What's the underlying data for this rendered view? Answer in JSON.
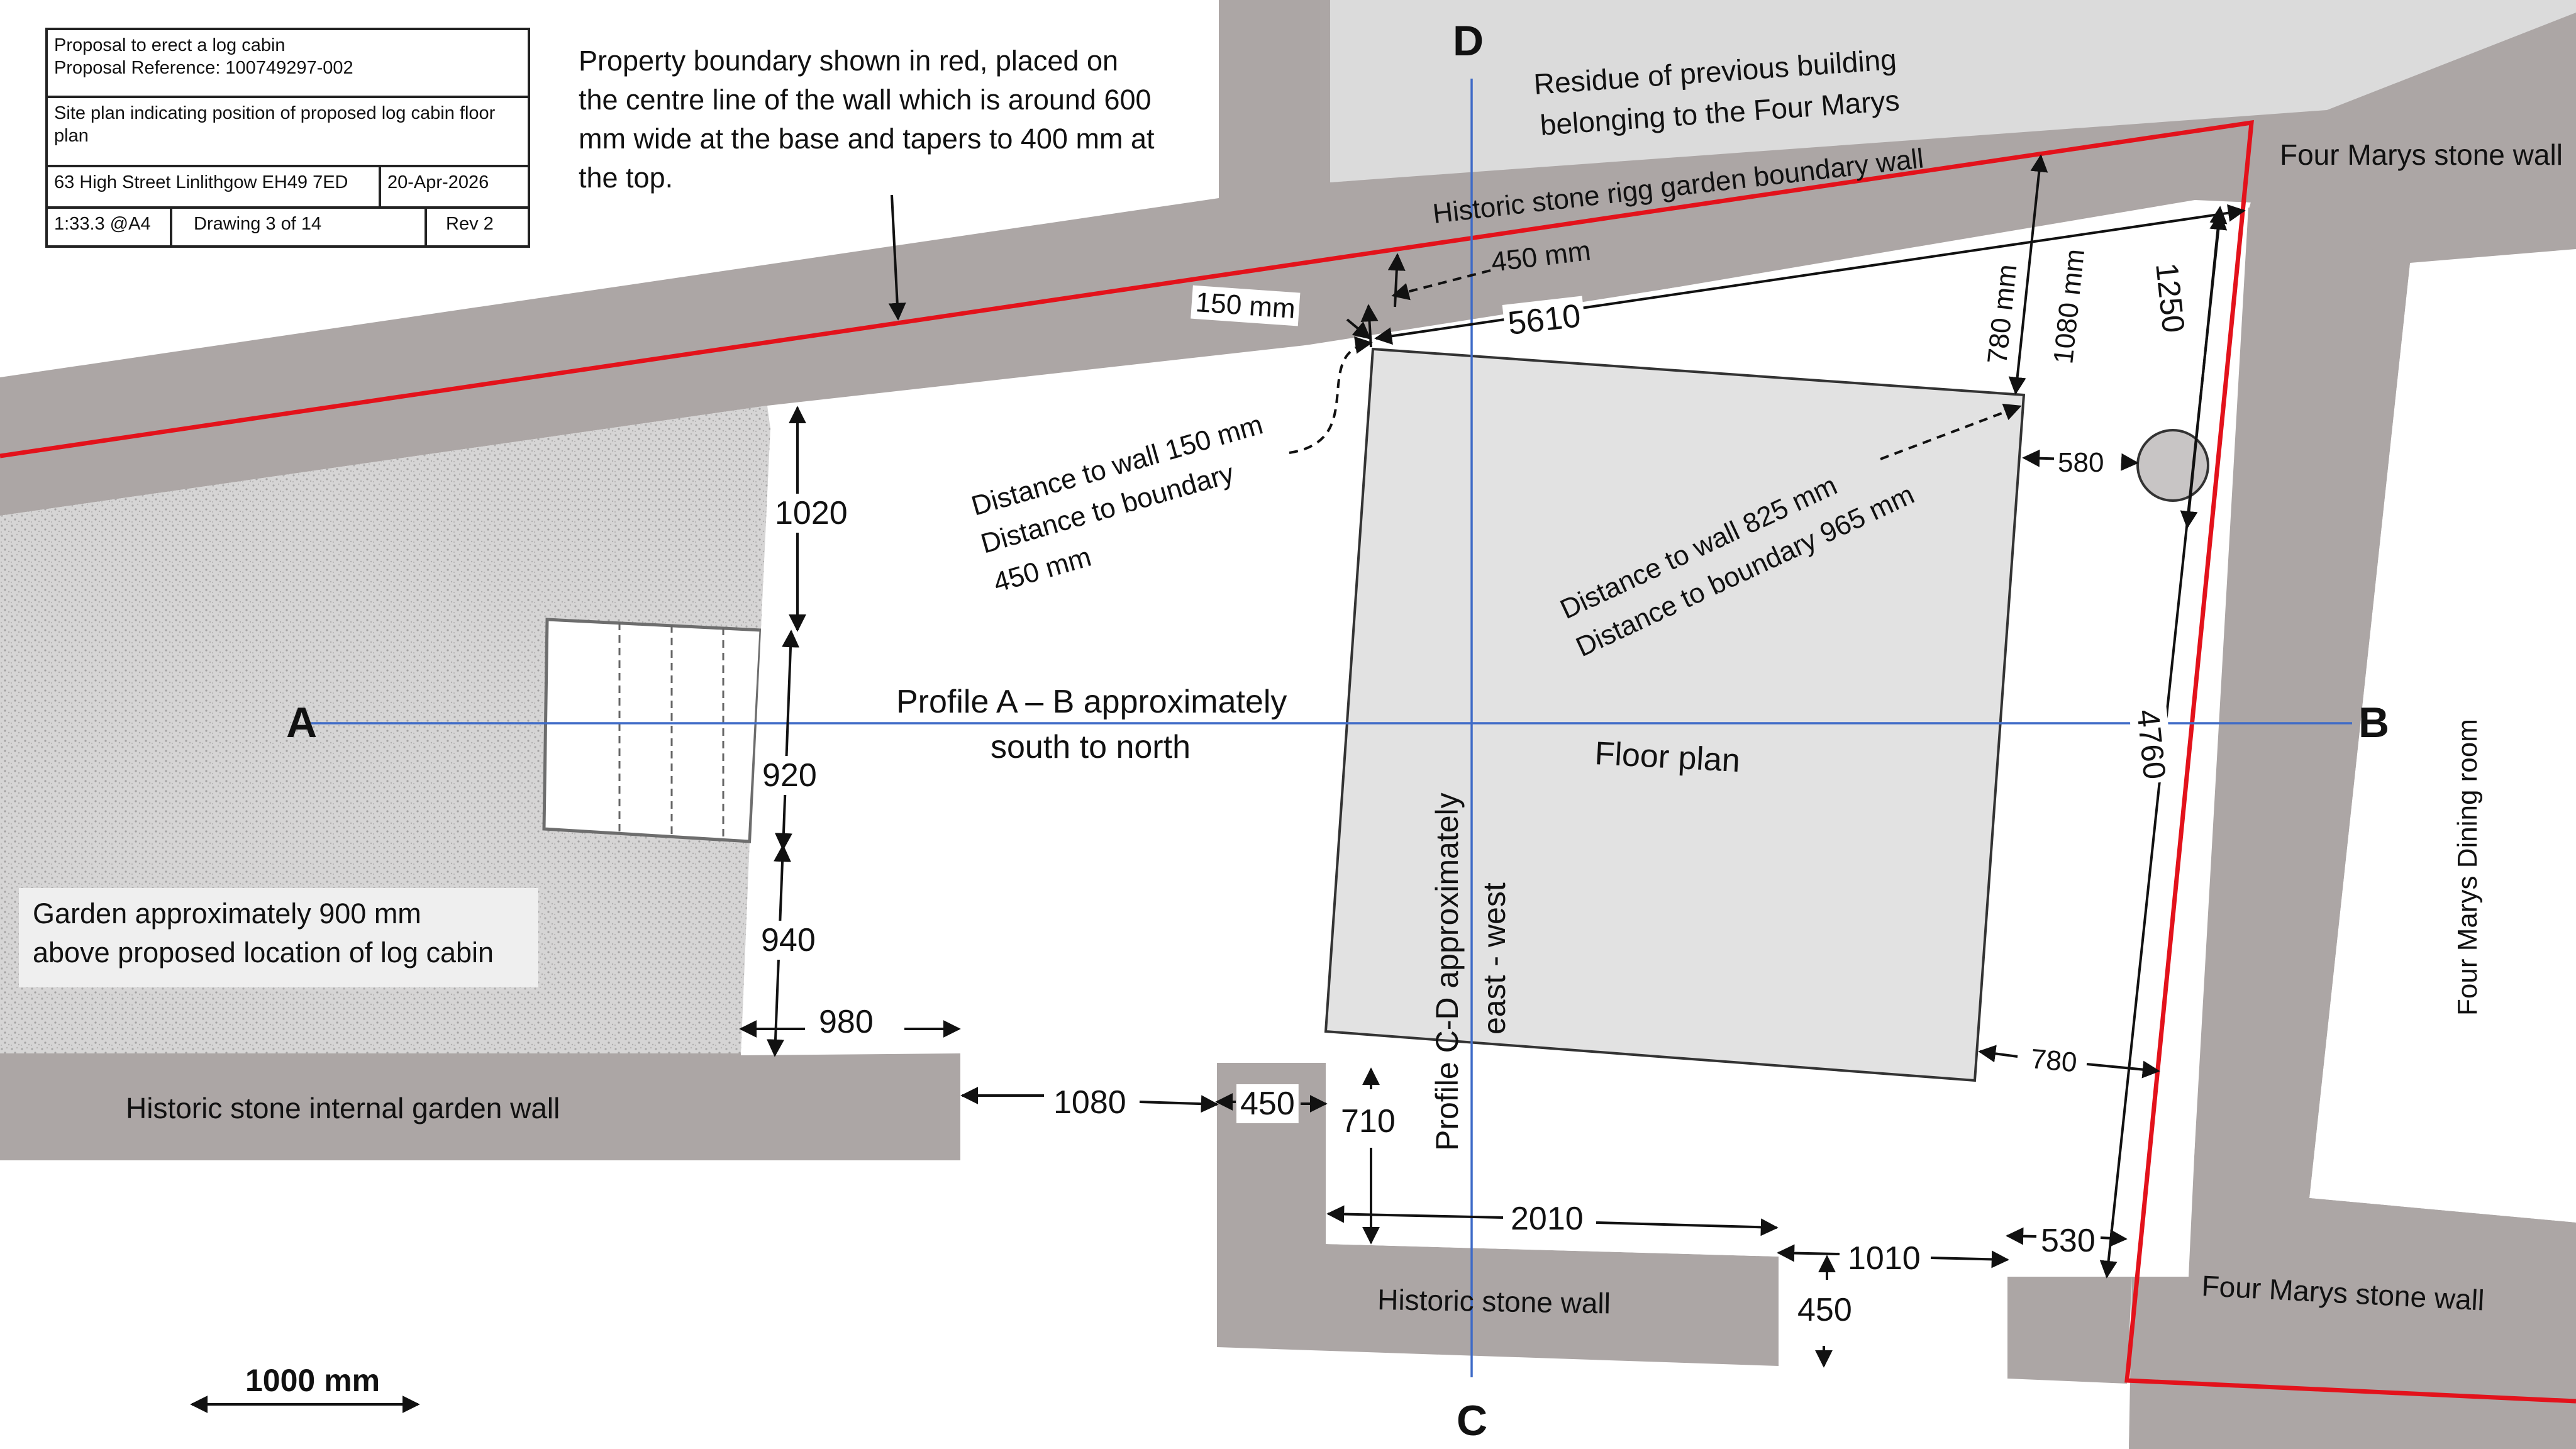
{
  "title_block": {
    "project": "Proposal to erect a log cabin",
    "reference": "Proposal Reference: 100749297-002",
    "description": "Site plan indicating position of proposed log cabin floor plan",
    "address": "63 High Street Linlithgow  EH49 7ED",
    "date": "20-Apr-2026",
    "scale": "1:33.3 @A4",
    "drawing": "Drawing  3 of 14",
    "revision": "Rev 2"
  },
  "notes": {
    "boundary": [
      "Property boundary shown in red, placed on",
      "the centre line of the wall which is around 600",
      "mm wide at the base and tapers to 400 mm at",
      "the top."
    ],
    "residue": [
      "Residue of previous building",
      "belonging to the Four Marys"
    ],
    "garden": [
      "Garden approximately 900 mm",
      "above proposed location of log cabin"
    ],
    "dist_left": [
      "Distance to wall 150 mm",
      "Distance to boundary",
      "450 mm"
    ],
    "dist_right": [
      "Distance to wall 825 mm",
      "Distance to boundary 965 mm"
    ],
    "profile_ab": [
      "Profile A – B approximately",
      "south to north"
    ],
    "profile_cd": [
      "Profile C-D approximately",
      "east - west"
    ],
    "floor_plan": "Floor plan"
  },
  "labels": {
    "rigg_wall": "Historic stone rigg garden boundary wall",
    "fm_wall_top": "Four Marys stone wall",
    "fm_wall_bottom": "Four Marys  stone wall",
    "internal_wall": "Historic stone internal garden wall",
    "historic_wall": "Historic stone wall",
    "dining_room": "Four Marys Dining room",
    "scale_bar": "1000 mm"
  },
  "profile_letters": {
    "a": "A",
    "b": "B",
    "c": "C",
    "d": "D"
  },
  "dimensions": {
    "d5610": "5610",
    "d150": "150 mm",
    "d450": "450 mm",
    "d780v": "780 mm",
    "d1080v": "1080 mm",
    "d1250": "1250",
    "d580": "580",
    "d4760": "4760",
    "d1020": "1020",
    "d920": "920",
    "d940": "940",
    "d980": "980",
    "d1080": "1080",
    "d450b": "450",
    "d710": "710",
    "d2010": "2010",
    "d1010": "1010",
    "d450c": "450",
    "d530": "530",
    "d780": "780"
  },
  "colors": {
    "wall": "#aca6a5",
    "residue": "#dbdbdb",
    "garden": "#d3d2d2",
    "cabin": "#e2e2e2",
    "boundary": "#e3121b",
    "profile_line": "#3f6bc7"
  }
}
